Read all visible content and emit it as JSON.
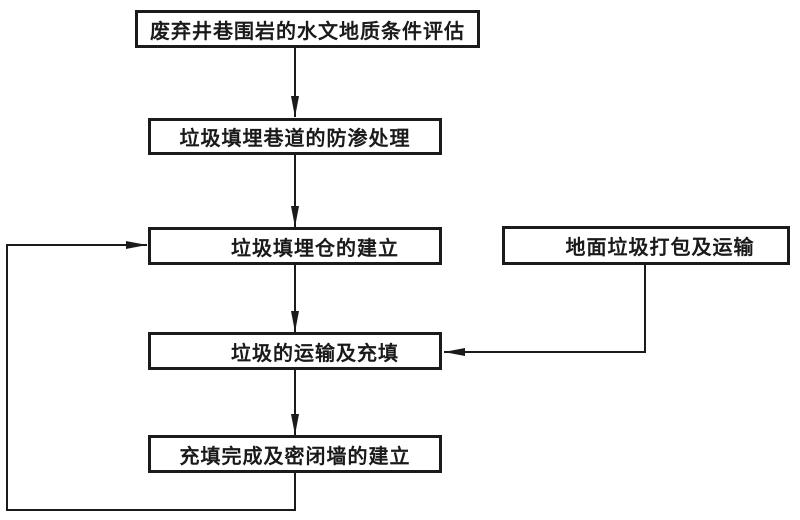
{
  "figure": {
    "background_color": "#ffffff",
    "line_color": "#1b1b1b",
    "text_color": "#1a1a1a"
  },
  "flowchart": {
    "nodes": {
      "assessment": {
        "label": "废弃井巷围岩的水文地质条件评估"
      },
      "antiseepage": {
        "label": "垃圾填埋巷道的防渗处理"
      },
      "chamber": {
        "label": "垃圾填埋仓的建立"
      },
      "surface": {
        "label": "地面垃圾打包及运输"
      },
      "transport": {
        "label": "垃圾的运输及充填"
      },
      "sealing": {
        "label": "充填完成及密闭墙的建立"
      }
    },
    "edges": [
      {
        "from": "assessment",
        "to": "antiseepage",
        "style": "arrow-down"
      },
      {
        "from": "antiseepage",
        "to": "chamber",
        "style": "arrow-down"
      },
      {
        "from": "chamber",
        "to": "transport",
        "style": "arrow-down"
      },
      {
        "from": "surface",
        "to": "transport",
        "style": "elbow-left-arrow"
      },
      {
        "from": "transport",
        "to": "sealing",
        "style": "arrow-down"
      },
      {
        "from": "sealing",
        "to": "chamber",
        "style": "feedback-loop-left"
      }
    ]
  }
}
